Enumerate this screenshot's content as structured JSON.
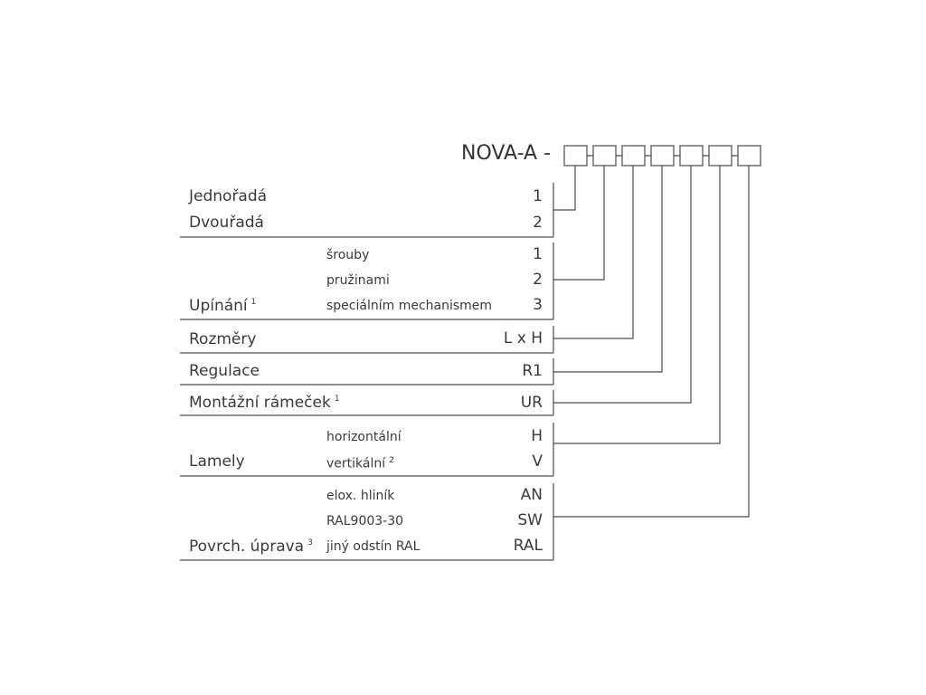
{
  "title": "NOVA-A -",
  "groups": [
    {
      "id": "rady",
      "items": [
        {
          "main": "Jednořadá",
          "code": "1"
        },
        {
          "main": "Dvouřadá",
          "code": "2"
        }
      ]
    },
    {
      "id": "upinani",
      "label": "Upínání",
      "label_note": "1",
      "options": [
        {
          "sub": "šrouby",
          "code": "1"
        },
        {
          "sub": "pružinami",
          "code": "2"
        },
        {
          "sub": "speciálním mechanismem",
          "code": "3"
        }
      ]
    },
    {
      "id": "rozmery",
      "label": "Rozměry",
      "code": "L x H"
    },
    {
      "id": "regulace",
      "label": "Regulace",
      "code": "R1"
    },
    {
      "id": "ramecek",
      "label": "Montážní rámeček",
      "label_note": "1",
      "code": "UR"
    },
    {
      "id": "lamely",
      "label": "Lamely",
      "options": [
        {
          "sub": "horizontální",
          "code": "H"
        },
        {
          "sub": "vertikální",
          "note": "2",
          "code": "V"
        }
      ]
    },
    {
      "id": "povrch",
      "label": "Povrch. úprava",
      "label_note": "3",
      "options": [
        {
          "sub": "elox. hliník",
          "code": "AN"
        },
        {
          "sub": "RAL9003-30",
          "code": "SW"
        },
        {
          "sub": "jiný odstín RAL",
          "code": "RAL"
        }
      ]
    }
  ]
}
